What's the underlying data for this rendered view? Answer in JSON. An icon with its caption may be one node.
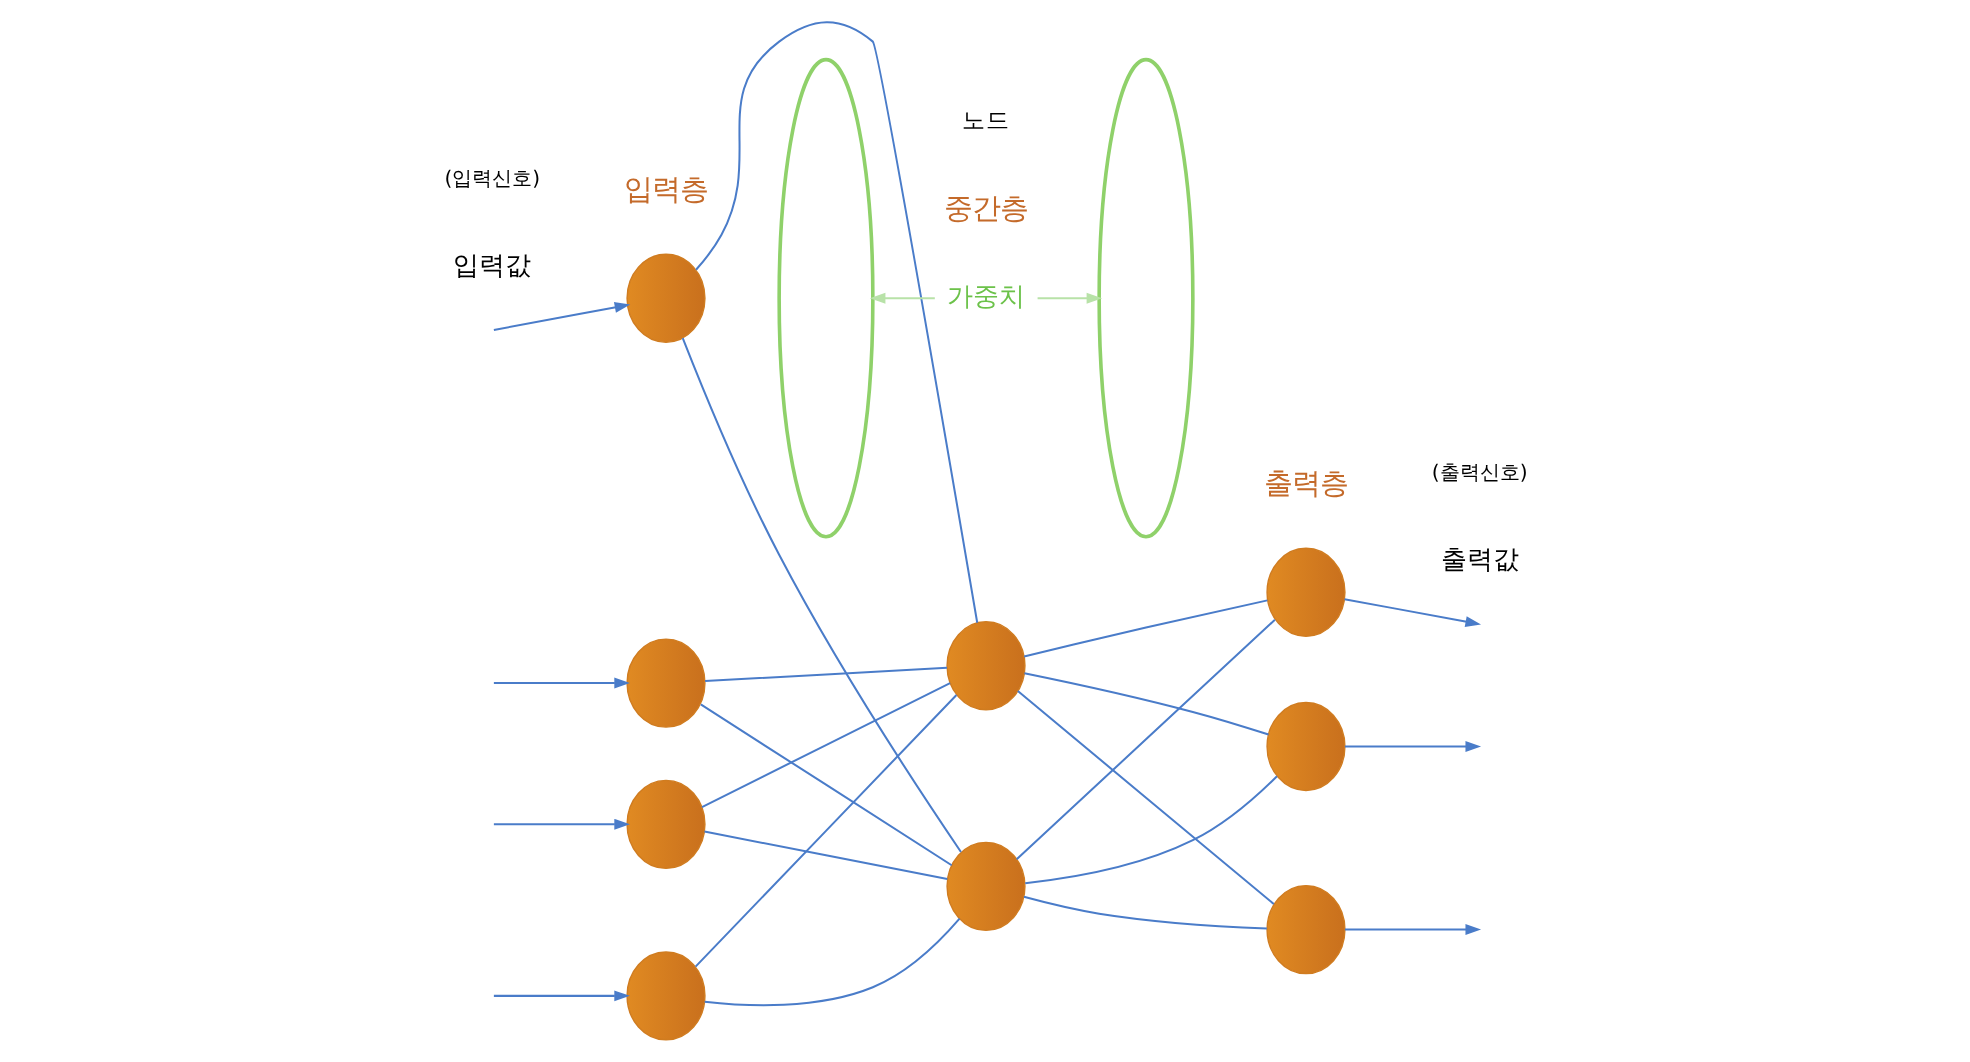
{
  "diagram": {
    "nodes": [
      {
        "text": [],
        "shape": "circle"
      },
      {
        "text": [],
        "shape": "circle"
      },
      {
        "text": [],
        "shape": "circle"
      },
      {
        "text": [],
        "shape": "circle"
      },
      {
        "text": [],
        "shape": "circle"
      },
      {
        "text": [],
        "shape": "circle"
      },
      {
        "text": [],
        "shape": "circle"
      },
      {
        "text": [],
        "shape": "circle"
      },
      {
        "text": [],
        "shape": "circle"
      },
      {
        "text": [
          "가중치"
        ]
      },
      {
        "text": [],
        "shape": "ellipse"
      },
      {
        "text": [],
        "shape": "ellipse"
      }
    ],
    "edges": [
      {
        "from": null,
        "to": 0,
        "arrow": "to"
      },
      {
        "from": null,
        "to": 1,
        "arrow": "to"
      },
      {
        "from": null,
        "to": 2,
        "arrow": "to"
      },
      {
        "from": null,
        "to": 3,
        "arrow": "to"
      },
      {
        "from": 0,
        "to": 4,
        "arrow": "none"
      },
      {
        "from": 0,
        "to": 5,
        "arrow": "none"
      },
      {
        "from": 1,
        "to": 4,
        "arrow": "none"
      },
      {
        "from": 1,
        "to": 5,
        "arrow": "none"
      },
      {
        "from": 2,
        "to": 4,
        "arrow": "none"
      },
      {
        "from": 2,
        "to": 5,
        "arrow": "none"
      },
      {
        "from": 3,
        "to": 4,
        "arrow": "none"
      },
      {
        "from": 3,
        "to": 5,
        "arrow": "none"
      },
      {
        "from": 4,
        "to": 6,
        "arrow": "none"
      },
      {
        "from": 4,
        "to": 7,
        "arrow": "none"
      },
      {
        "from": 4,
        "to": 8,
        "arrow": "none"
      },
      {
        "from": 5,
        "to": 6,
        "arrow": "none"
      },
      {
        "from": 5,
        "to": 7,
        "arrow": "none"
      },
      {
        "from": 5,
        "to": 8,
        "arrow": "none"
      },
      {
        "from": 6,
        "to": null,
        "arrow": "to"
      },
      {
        "from": 7,
        "to": null,
        "arrow": "to"
      },
      {
        "from": 8,
        "to": null,
        "arrow": "to"
      },
      {
        "from": 9,
        "to": 10,
        "arrow": "to",
        "color": "#b8e2a8"
      },
      {
        "from": 9,
        "to": 11,
        "arrow": "to",
        "color": "#b8e2a8"
      }
    ],
    "labels": [
      "입력층",
      "중간층",
      "출력층",
      "입력값",
      "(입력신호)",
      "출력값",
      "(출력신호)",
      "노드"
    ]
  }
}
